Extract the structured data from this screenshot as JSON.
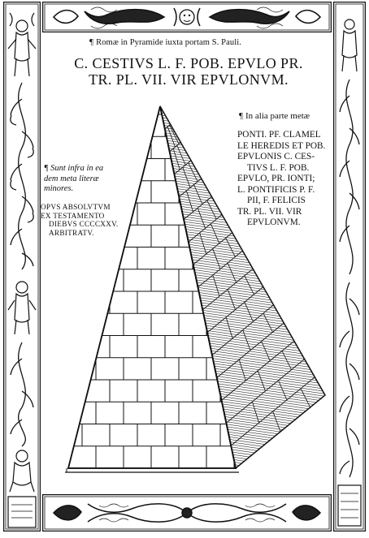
{
  "caption": {
    "mark": "¶",
    "text": "Romæ in Pyramide iuxta portam S. Pauli."
  },
  "title": {
    "line1": "C. CESTIVS L. F. POB. EPVLO PR.",
    "line2": "TR. PL. VII. VIR EPVLONVM."
  },
  "right_note": {
    "mark": "¶",
    "text": "In alia parte metæ"
  },
  "right_inscription": [
    "PONTI. PF. CLAMEL",
    "LE HEREDIS ET POB.",
    "EPVLONIS C. CES-",
    "TIVS L. F. POB.",
    "EPVLO, PR. IONTI;",
    "L. PONTIFICIS P. F.",
    "PII, F. FELICIS",
    "TR. PL. VII. VIR",
    "EPVLONVM."
  ],
  "left_note": {
    "mark": "¶",
    "lines": [
      "Sunt infra in ea",
      "dem meta literæ",
      "minores."
    ]
  },
  "left_inscription": [
    "OPVS ABSOLVTVM",
    "EX TESTAMENTO",
    "DIEBVS CCCCXXV.",
    "ARBITRATV."
  ],
  "colors": {
    "ink": "#111111",
    "paper": "#ffffff"
  },
  "icons": [
    "pilcrow-icon",
    "cherub-icon",
    "dolphin-icon"
  ]
}
